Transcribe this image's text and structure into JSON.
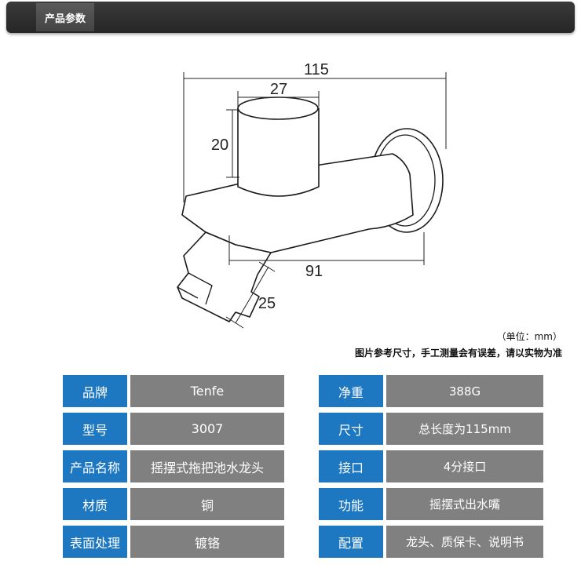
{
  "header": {
    "title": "产品参数"
  },
  "diagram": {
    "dim_total_length": "115",
    "dim_top_width": "27",
    "dim_top_height": "20",
    "dim_body_length": "91",
    "dim_nozzle": "25"
  },
  "notes": {
    "unit": "（单位：mm）",
    "disclaimer": "图片参考尺寸，手工测量会有误差，请以实物为准"
  },
  "specs_left": [
    {
      "label": "品牌",
      "value": "Tenfe"
    },
    {
      "label": "型号",
      "value": "3007"
    },
    {
      "label": "产品名称",
      "value": "摇摆式拖把池水龙头"
    },
    {
      "label": "材质",
      "value": "铜"
    },
    {
      "label": "表面处理",
      "value": "镀铬"
    }
  ],
  "specs_right": [
    {
      "label": "净重",
      "value": "388G"
    },
    {
      "label": "尺寸",
      "value": "总长度为115mm"
    },
    {
      "label": "接口",
      "value": "4分接口"
    },
    {
      "label": "功能",
      "value": "摇摆式出水嘴"
    },
    {
      "label": "配置",
      "value": "龙头、质保卡、说明书"
    }
  ],
  "colors": {
    "key_bg": "#1d78c1",
    "value_bg": "#808080",
    "header_bg": "#2b2b2b"
  }
}
